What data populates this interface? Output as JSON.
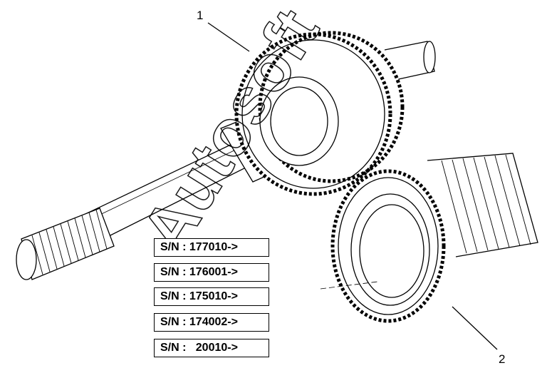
{
  "callouts": {
    "part_1": "1",
    "part_2": "2"
  },
  "serial_labels": [
    "S/N : 177010->",
    "S/N : 176001->",
    "S/N : 175010->",
    "S/N : 174002->",
    "S/N :   20010->"
  ],
  "watermark": "Autosoft",
  "colors": {
    "line": "#000000",
    "background": "#ffffff"
  }
}
